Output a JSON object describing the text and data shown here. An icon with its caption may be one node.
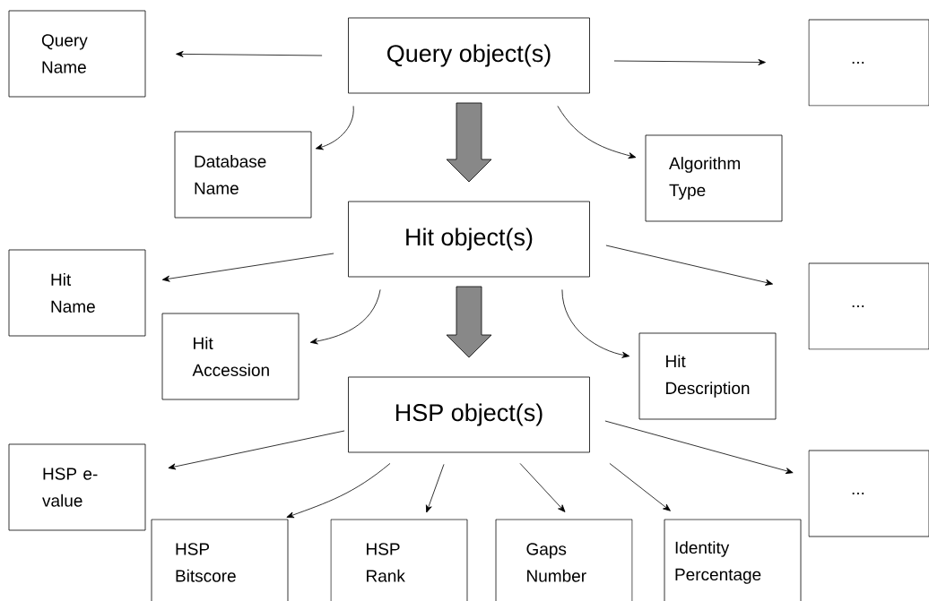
{
  "diagram": {
    "nodes": [
      {
        "text": [
          "Query Name"
        ]
      },
      {
        "text": [
          "Query object(s)"
        ]
      },
      {
        "text": [
          "..."
        ]
      },
      {
        "text": [
          "Database Name"
        ]
      },
      {
        "text": [
          "Algorithm Type"
        ]
      },
      {
        "text": [
          "Hit object(s)"
        ]
      },
      {
        "text": [
          "Hit Name"
        ]
      },
      {
        "text": [
          "..."
        ]
      },
      {
        "text": [
          "Hit Accession"
        ]
      },
      {
        "text": [
          "Hit Description"
        ]
      },
      {
        "text": [
          "HSP object(s)"
        ]
      },
      {
        "text": [
          "HSP e-value"
        ]
      },
      {
        "text": [
          "..."
        ]
      },
      {
        "text": [
          "HSP Bitscore"
        ]
      },
      {
        "text": [
          "HSP Rank"
        ]
      },
      {
        "text": [
          "Gaps Number"
        ]
      },
      {
        "text": [
          "Identity Percentage"
        ]
      }
    ],
    "edges": [
      {
        "from": 1,
        "to": 0,
        "arrow": "to"
      },
      {
        "from": 1,
        "to": 2,
        "arrow": "to"
      },
      {
        "from": 1,
        "to": 3,
        "arrow": "to"
      },
      {
        "from": 1,
        "to": 4,
        "arrow": "to"
      },
      {
        "from": 1,
        "to": 5,
        "arrow": "to",
        "style": "thick",
        "color": "#888888"
      },
      {
        "from": 5,
        "to": 6,
        "arrow": "to"
      },
      {
        "from": 5,
        "to": 7,
        "arrow": "to"
      },
      {
        "from": 5,
        "to": 8,
        "arrow": "to"
      },
      {
        "from": 5,
        "to": 9,
        "arrow": "to"
      },
      {
        "from": 5,
        "to": 10,
        "arrow": "to",
        "style": "thick",
        "color": "#888888"
      },
      {
        "from": 10,
        "to": 11,
        "arrow": "to"
      },
      {
        "from": 10,
        "to": 12,
        "arrow": "to"
      },
      {
        "from": 10,
        "to": 13,
        "arrow": "to"
      },
      {
        "from": 10,
        "to": 14,
        "arrow": "to"
      },
      {
        "from": 10,
        "to": 15,
        "arrow": "to"
      },
      {
        "from": 10,
        "to": 16,
        "arrow": "to"
      }
    ]
  }
}
